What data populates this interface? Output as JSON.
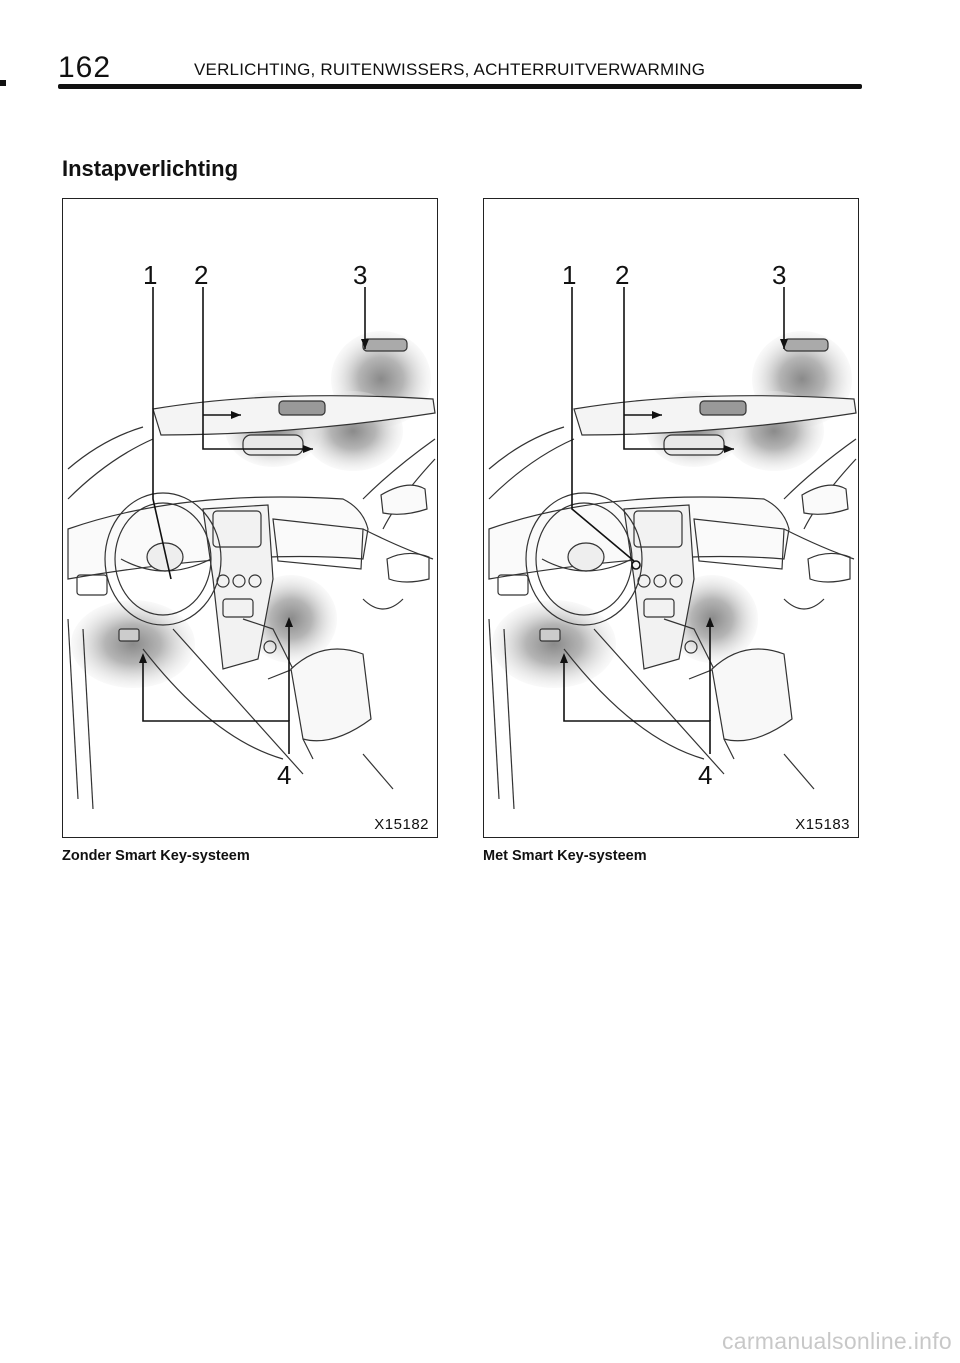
{
  "header": {
    "page_number": "162",
    "running_head": "VERLICHTING, RUITENWISSERS, ACHTERRUITVERWARMING"
  },
  "section_title": "Instapverlichting",
  "figures": [
    {
      "code": "X15182",
      "caption": "Zonder Smart Key-systeem",
      "callouts": [
        "1",
        "2",
        "3",
        "4"
      ]
    },
    {
      "code": "X15183",
      "caption": "Met Smart Key-systeem",
      "callouts": [
        "1",
        "2",
        "3",
        "4"
      ]
    }
  ],
  "watermark": "carmanualsonline.info"
}
